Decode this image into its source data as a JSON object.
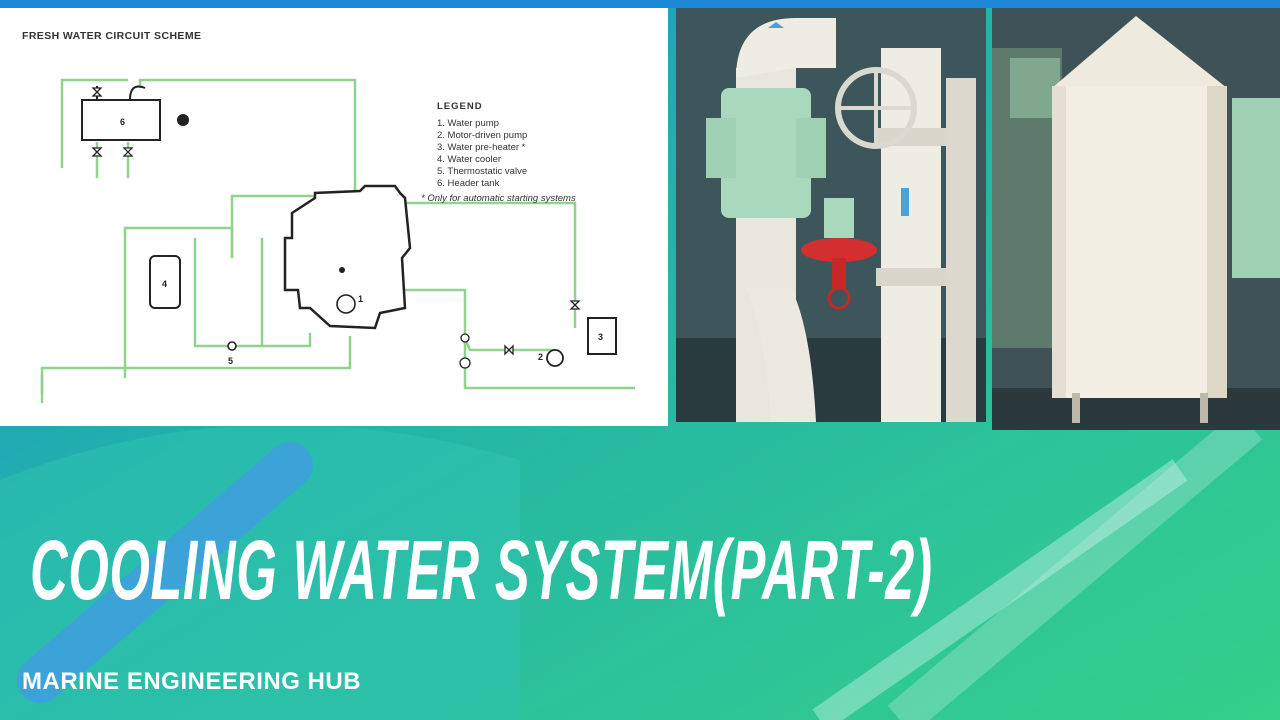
{
  "thumbnail": {
    "title": "COOLING WATER SYSTEM(PART-2)",
    "channel": "MARINE ENGINEERING HUB"
  },
  "diagram": {
    "title": "FRESH WATER CIRCUIT SCHEME",
    "legend_title": "LEGEND",
    "legend": [
      "1.  Water pump",
      "2.  Motor-driven pump",
      "3.  Water pre-heater *",
      "4.  Water cooler",
      "5.  Thermostatic valve",
      "6.  Header tank"
    ],
    "note": "* Only for automatic starting systems",
    "labels": {
      "n1": "1",
      "n2": "2",
      "n3": "3",
      "n4": "4",
      "n5": "5",
      "n6": "6"
    }
  },
  "colors": {
    "pipe": "#8fd48a",
    "teal": "#22b5a4",
    "blue": "#1a7fd1",
    "green": "#2fcf8c"
  }
}
